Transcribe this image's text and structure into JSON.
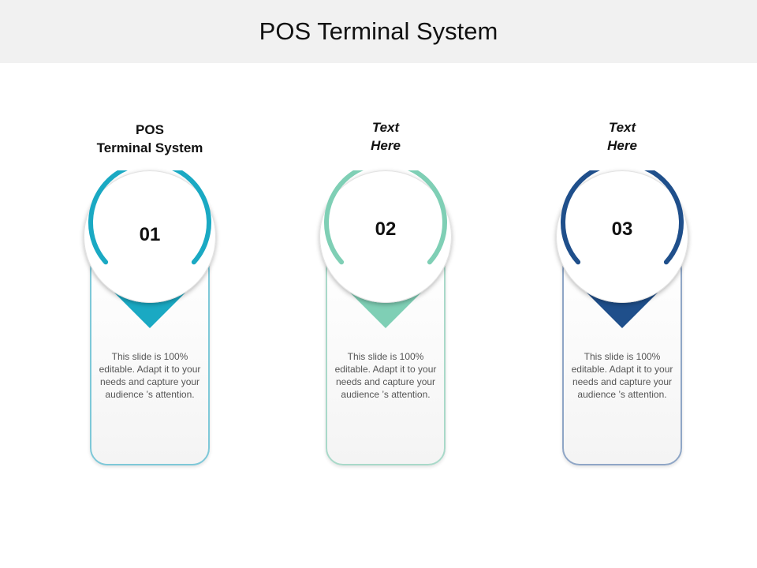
{
  "page": {
    "title": "POS Terminal System"
  },
  "cards": [
    {
      "number": "01",
      "heading_line1": "POS",
      "heading_line2": "Terminal System",
      "italic": false,
      "description": "This slide is 100% editable. Adapt it to your needs and capture your audience ’s attention.",
      "accent": "#1aa9c3",
      "border": "#7ec8d8"
    },
    {
      "number": "02",
      "heading_line1": "Text",
      "heading_line2": "Here",
      "italic": true,
      "description": "This slide is 100% editable. Adapt it to your needs and capture your audience ’s attention.",
      "accent": "#7fcfb5",
      "border": "#a9d9c9"
    },
    {
      "number": "03",
      "heading_line1": "Text",
      "heading_line2": "Here",
      "italic": true,
      "description": "This slide is 100% editable. Adapt it to your needs and capture your audience ’s attention.",
      "accent": "#1f4f8b",
      "border": "#8fa6c6"
    }
  ]
}
